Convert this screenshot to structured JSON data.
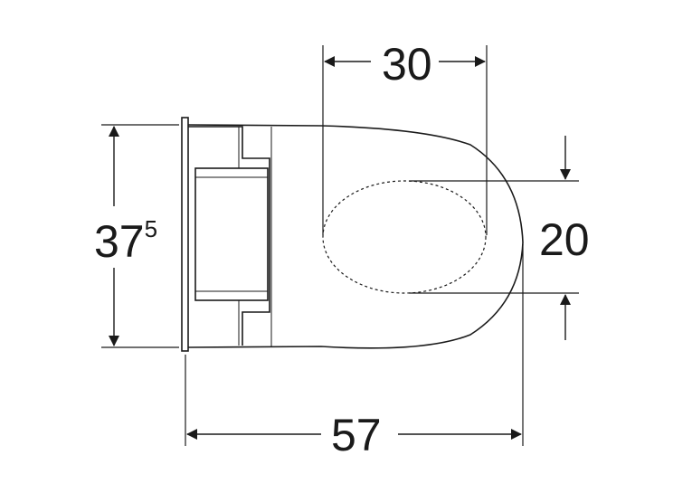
{
  "dimensions": {
    "top_width": {
      "value": "30"
    },
    "bottom_length": {
      "value": "57"
    },
    "left_height": {
      "value": "37",
      "superscript": "5"
    },
    "right_opening": {
      "value": "20"
    }
  },
  "colors": {
    "line": "#1a1a1a",
    "background": "#ffffff"
  }
}
